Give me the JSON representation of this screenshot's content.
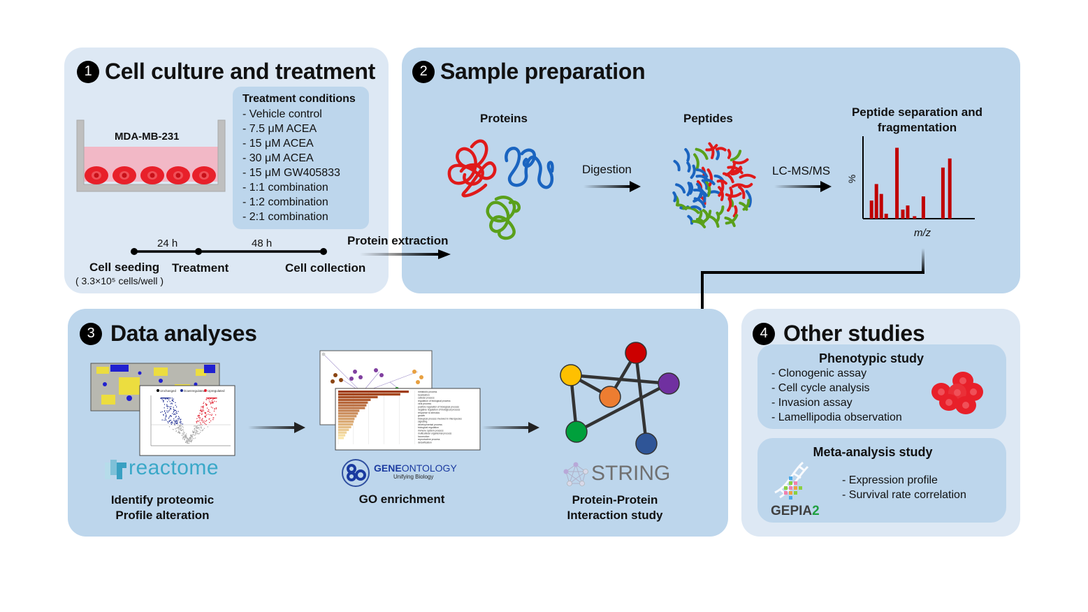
{
  "colors": {
    "panel_light": "#dde8f4",
    "panel_dark": "#bdd6ec",
    "protein_red": "#e01a1a",
    "protein_blue": "#1a64c0",
    "protein_green": "#5aa01a",
    "spectrum_red": "#c00000",
    "medium_pink": "#f2b8c6"
  },
  "panel1": {
    "number": "1",
    "title": "Cell culture and treatment",
    "cell_line": "MDA-MB-231",
    "treatment_box": {
      "heading": "Treatment conditions",
      "items": [
        "Vehicle control",
        "7.5 μM ACEA",
        "15 μM ACEA",
        "30 μM ACEA",
        "15 μM GW405833",
        "1:1 combination",
        "1:2 combination",
        "2:1 combination"
      ]
    },
    "timeline": {
      "interval_1": "24 h",
      "interval_2": "48 h",
      "steps": [
        "Cell seeding",
        "Treatment",
        "Cell collection"
      ],
      "seeding_density": "( 3.3×10⁵ cells/well )"
    },
    "arrow_label": "Protein extraction"
  },
  "panel2": {
    "number": "2",
    "title": "Sample preparation",
    "proteins_label": "Proteins",
    "digestion_label": "Digestion",
    "peptides_label": "Peptides",
    "lcms_label": "LC-MS/MS",
    "spectrum_title_line1": "Peptide separation and",
    "spectrum_title_line2": "fragmentation",
    "spectrum_ylabel": "%",
    "spectrum_xlabel": "m/z",
    "spectrum_peaks": [
      {
        "mz": 0.03,
        "intensity": 0.22
      },
      {
        "mz": 0.08,
        "intensity": 0.42
      },
      {
        "mz": 0.13,
        "intensity": 0.3
      },
      {
        "mz": 0.18,
        "intensity": 0.06
      },
      {
        "mz": 0.29,
        "intensity": 0.86
      },
      {
        "mz": 0.35,
        "intensity": 0.11
      },
      {
        "mz": 0.4,
        "intensity": 0.16
      },
      {
        "mz": 0.47,
        "intensity": 0.03
      },
      {
        "mz": 0.56,
        "intensity": 0.27
      },
      {
        "mz": 0.76,
        "intensity": 0.62
      },
      {
        "mz": 0.83,
        "intensity": 0.73
      }
    ]
  },
  "panel3": {
    "number": "3",
    "title": "Data analyses",
    "step1": {
      "logo_text": "reactome",
      "caption_line1": "Identify proteomic",
      "caption_line2": "Profile alteration",
      "volcano_legend": [
        "Unchanged",
        "Downregulated",
        "Upregulated"
      ]
    },
    "step2": {
      "logo_text_gene": "GENE",
      "logo_text_ontology": "ONTOLOGY",
      "logo_tagline": "Unifying Biology",
      "caption": "GO enrichment",
      "go_terms": [
        "metabolic process",
        "localization",
        "cellular process",
        "regulation of biological process",
        "viral process",
        "positive regulation of biological process",
        "negative regulation of biological process",
        "response to stimulus",
        "growth",
        "biological process involved in interspecies",
        "signaling",
        "developmental process",
        "biological regulation",
        "immune system process",
        "multicellular organismal process",
        "locomotion",
        "reproductive process",
        "detoxification"
      ],
      "go_values": [
        25,
        22,
        14,
        11.5,
        10.5,
        10,
        9.5,
        7.5,
        7,
        6.5,
        5.8,
        5.5,
        5.2,
        4.6,
        3.8,
        3,
        2.5,
        2
      ]
    },
    "step3": {
      "logo_text": "STRING",
      "caption_line1": "Protein-Protein",
      "caption_line2": "Interaction study",
      "nodes": [
        {
          "name": "red",
          "color": "#cc0000"
        },
        {
          "name": "yellow",
          "color": "#ffc000"
        },
        {
          "name": "orange",
          "color": "#ed7d31"
        },
        {
          "name": "purple",
          "color": "#7030a0"
        },
        {
          "name": "green",
          "color": "#00a03c"
        },
        {
          "name": "navy",
          "color": "#2f5597"
        }
      ]
    }
  },
  "panel4": {
    "number": "4",
    "title": "Other studies",
    "phenotypic": {
      "heading": "Phenotypic study",
      "items": [
        "Clonogenic assay",
        "Cell cycle analysis",
        "Invasion assay",
        "Lamellipodia observation"
      ]
    },
    "meta": {
      "heading": "Meta-analysis study",
      "logo_text": "GEPIA",
      "logo_num": "2",
      "items": [
        "Expression profile",
        "Survival rate correlation"
      ]
    }
  }
}
